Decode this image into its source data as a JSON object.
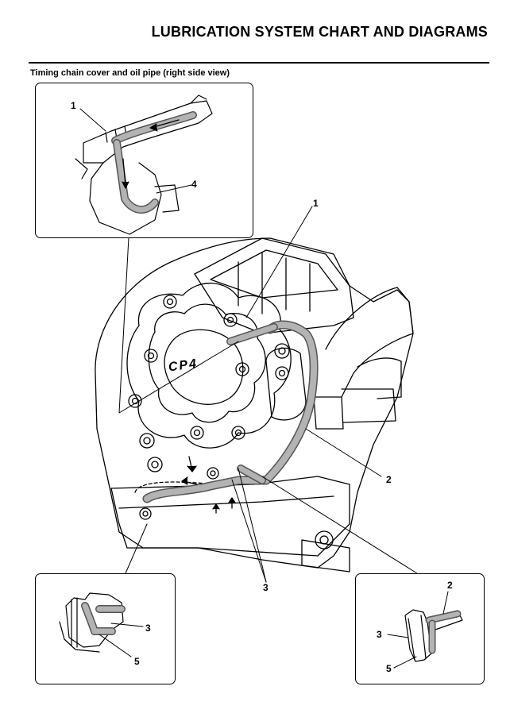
{
  "header": {
    "title": "LUBRICATION SYSTEM CHART AND DIAGRAMS"
  },
  "section": {
    "title": "Timing chain cover and oil pipe (right side view)"
  },
  "engine": {
    "logo_text": "CP4"
  },
  "callouts": {
    "top_inset_1": "1",
    "top_inset_4": "4",
    "main_1": "1",
    "main_2": "2",
    "main_3": "3",
    "left_inset_3": "3",
    "left_inset_5": "5",
    "right_inset_2": "2",
    "right_inset_3": "3",
    "right_inset_5": "5"
  },
  "colors": {
    "ink": "#000000",
    "oil_fill": "#b3b3b3",
    "paper": "#ffffff"
  }
}
